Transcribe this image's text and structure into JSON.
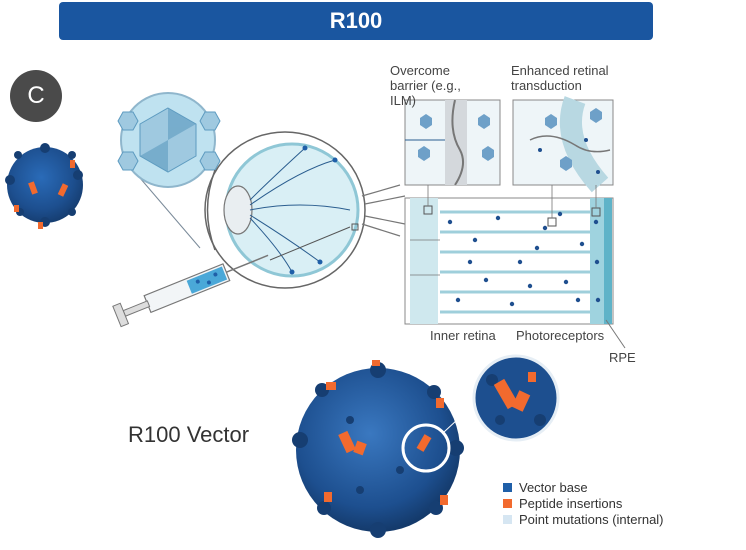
{
  "header": {
    "title": "R100"
  },
  "panel": {
    "badge": "C"
  },
  "callouts": {
    "barrier": "Overcome barrier (e.g., ILM)",
    "transduction": "Enhanced retinal transduction"
  },
  "retina_labels": {
    "inner": "Inner retina",
    "photo": "Photoreceptors",
    "rpe": "RPE"
  },
  "vector": {
    "title": "R100 Vector"
  },
  "legend": {
    "items": [
      {
        "label": "Vector base",
        "color": "#1f5fa8"
      },
      {
        "label": "Peptide insertions",
        "color": "#f26a2e"
      },
      {
        "label": "Point mutations (internal)",
        "color": "#d6e6f2"
      }
    ]
  },
  "colors": {
    "accent": "#1a56a0",
    "capsid": "#1f5fa8",
    "peptide": "#f26a2e",
    "retina": "#bfe2ea"
  }
}
